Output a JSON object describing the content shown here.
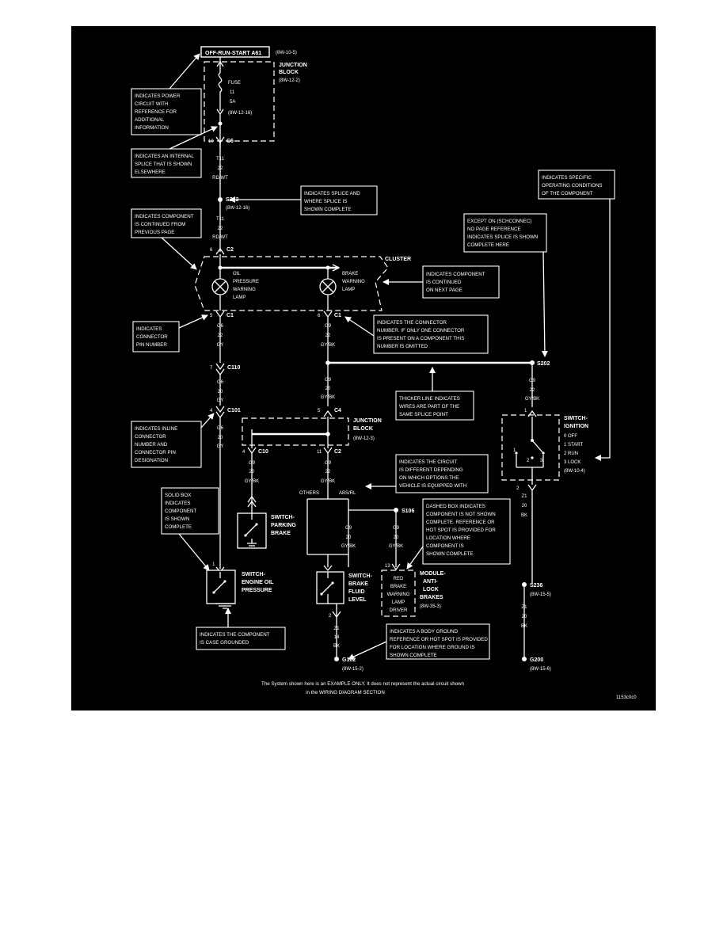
{
  "top": {
    "power_box": "OFF-RUN-START A61",
    "power_ref": "(8W-10-5)",
    "junction_block_1": [
      "JUNCTION",
      "BLOCK",
      "(8W-12-2)"
    ],
    "fuse_lines": [
      "FUSE",
      "11",
      "5A"
    ],
    "fuse_ref": "(8W-12-16)",
    "conn_c6_pin": "10",
    "conn_c6": "C6",
    "wire_1": [
      "T11",
      "22",
      "RD/WT"
    ],
    "splice_s213": "S213",
    "splice_s213_ref": "(8W-12-16)",
    "wire_2": [
      "T11",
      "22",
      "RD/WT"
    ],
    "conn_c2_pin": "6",
    "conn_c2": "C2"
  },
  "cluster": {
    "label": "CLUSTER",
    "lamp_1": [
      "OIL",
      "PRESSURE",
      "WARNING",
      "LAMP"
    ],
    "lamp_2": [
      "BRAKE",
      "WARNING",
      "LAMP"
    ],
    "c1_left_pin": "5",
    "c1_left": "C1",
    "c1_mid_pin": "6",
    "c1_mid": "C1"
  },
  "left_branch": {
    "wire_1": [
      "G6",
      "22",
      "GY"
    ],
    "c110_pin": "7",
    "c110": "C110",
    "wire_2": [
      "G6",
      "20",
      "GY"
    ],
    "c101_pin": "4",
    "c101": "C101",
    "wire_3": [
      "G6",
      "20",
      "GY"
    ],
    "switch_pin": "1",
    "switch_label": [
      "SWITCH-",
      "ENGINE OIL",
      "PRESSURE"
    ]
  },
  "mid_branch": {
    "wire_1": [
      "G9",
      "22",
      "GY/BK"
    ],
    "wire_2": [
      "G9",
      "20",
      "GY/BK"
    ],
    "c4_pin": "5",
    "c4": "C4",
    "junction_block_2": [
      "JUNCTION",
      "BLOCK",
      "(8W-12-3)"
    ],
    "c10_pin": "4",
    "c10": "C10",
    "c2_pin": "11",
    "c2": "C2",
    "wire_park": [
      "G9",
      "20",
      "GY/BK"
    ],
    "park_switch": [
      "SWITCH-",
      "PARKING",
      "BRAKE"
    ],
    "wire_main": [
      "G9",
      "22",
      "GY/BK"
    ],
    "opt_others": "OTHERS",
    "opt_abs": "ABS/RL",
    "splice_s106": "S106",
    "wire_others": [
      "G9",
      "20",
      "GY/BK"
    ],
    "wire_abs": [
      "G9",
      "20",
      "GY/BK"
    ],
    "fluid_switch": [
      "SWITCH-",
      "BRAKE",
      "FLUID",
      "LEVEL"
    ],
    "fluid_pin": "2",
    "wire_gnd": [
      "Z1",
      "14",
      "BK"
    ],
    "ground": "G102",
    "ground_ref": "(8W-15-2)",
    "abs_pin": "13",
    "module_inner": [
      "RED",
      "BRAKE",
      "WARNING",
      "LAMP",
      "DRIVER"
    ],
    "module_label": [
      "MODULE-",
      "ANTI-",
      "LOCK",
      "BRAKES",
      "(8W-35-3)"
    ]
  },
  "right_branch": {
    "splice_s202": "S202",
    "wire_1": [
      "G9",
      "22",
      "GY/BK"
    ],
    "ign_pin_top": "1",
    "ignition_label": [
      "SWITCH-",
      "IGNITION",
      "0 OFF",
      "1 START",
      "2 RUN",
      "3 LOCK",
      "(8W-10-4)"
    ],
    "ign_pos": [
      "1",
      "2",
      "3"
    ],
    "ign_pin_bot": "2",
    "wire_2": [
      "Z1",
      "20",
      "BK"
    ],
    "splice_s236": "S236",
    "splice_s236_ref": "(8W-15-5)",
    "wire_3": [
      "Z1",
      "20",
      "BK"
    ],
    "ground": "G200",
    "ground_ref": "(8W-15-6)"
  },
  "callouts": {
    "power": [
      "INDICATES POWER",
      "CIRCUIT WITH",
      "REFERENCE FOR",
      "ADDITIONAL",
      "INFORMATION"
    ],
    "internal_splice": [
      "INDICATES AN INTERNAL",
      "SPLICE THAT IS SHOWN",
      "ELSEWHERE"
    ],
    "splice_complete": [
      "INDICATES SPLICE AND",
      "WHERE SPLICE IS",
      "SHOWN COMPLETE"
    ],
    "continued_from": [
      "INDICATES COMPONENT",
      "IS CONTINUED FROM",
      "PREVIOUS PAGE"
    ],
    "operating": [
      "INDICATES SPECIFIC",
      "OPERATING CONDITIONS",
      "OF THE COMPONENT"
    ],
    "except_on": [
      "EXCEPT ON (SCHCONNEC)",
      "NO PAGE REFERENCE",
      "INDICATES SPLICE IS SHOWN",
      "COMPLETE HERE"
    ],
    "continued_next": [
      "INDICATES COMPONENT",
      "IS CONTINUED",
      "ON NEXT PAGE"
    ],
    "pin_number": [
      "INDICATES",
      "CONNECTOR",
      "PIN NUMBER"
    ],
    "connector_number": [
      "INDICATES THE CONNECTOR",
      "NUMBER. IF ONLY ONE CONNECTOR",
      "IS PRESENT ON A COMPONENT THIS",
      "NUMBER IS OMITTED"
    ],
    "thicker_line": [
      "THICKER LINE INDICATES",
      "WIRES ARE PART OF THE",
      "SAME SPLICE POINT"
    ],
    "inline": [
      "INDICATES INLINE",
      "CONNECTOR",
      "NUMBER AND",
      "CONNECTOR PIN",
      "DESIGNATION"
    ],
    "different": [
      "INDICATES THE CIRCUIT",
      "IS DIFFERENT DEPENDING",
      "ON WHICH OPTIONS THE",
      "VEHICLE IS EQUIPPED WITH"
    ],
    "solid_box": [
      "SOLID BOX",
      "INDICATES",
      "COMPONENT",
      "IS SHOWN",
      "COMPLETE"
    ],
    "dashed_box": [
      "DASHED BOX INDICATES",
      "COMPONENT IS NOT SHOWN",
      "COMPLETE. REFERENCE OR",
      "HOT SPOT IS PROVIDED FOR",
      "LOCATION WHERE",
      "COMPONENT IS",
      "SHOWN COMPLETE"
    ],
    "case_grounded": [
      "INDICATES THE COMPONENT",
      "IS CASE GROUNDED"
    ],
    "body_ground": [
      "INDICATES A BODY GROUND",
      "REFERENCE OR HOT SPOT IS PROVIDED",
      "FOR LOCATION WHERE GROUND IS",
      "SHOWN COMPLETE"
    ]
  },
  "footer": {
    "line_1": "The System shown here is an EXAMPLE ONLY. It does not represent the actual circuit shown",
    "line_2": "in the WIRING DIAGRAM SECTION",
    "figure_id": "1153c0c0"
  }
}
